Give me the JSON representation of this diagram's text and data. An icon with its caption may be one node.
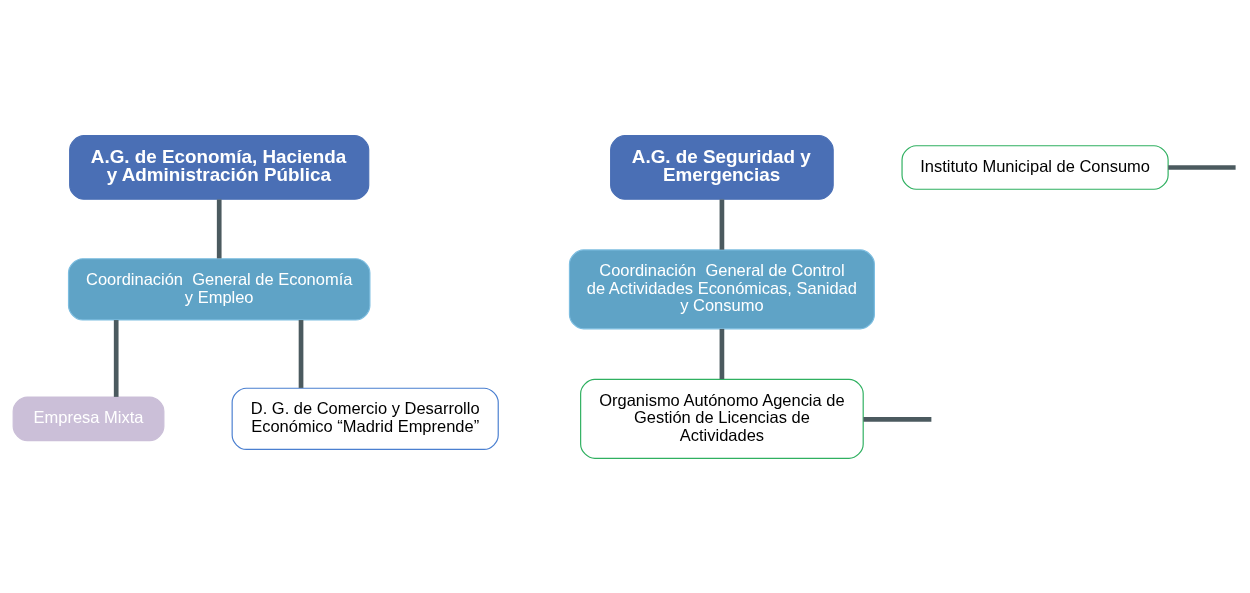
{
  "diagram": {
    "nodes": [
      {
        "text": [
          "A.G. de Economía, Hacienda y Administración Pública"
        ]
      },
      {
        "text": [
          "Coordinación  General de Economía y Empleo"
        ]
      },
      {
        "text": [
          "Empresa Mixta"
        ]
      },
      {
        "text": [
          "D. G. de Comercio y Desarrollo Económico “Madrid Emprende”"
        ]
      },
      {
        "text": [
          "A.G. de Seguridad y Emergencias"
        ]
      },
      {
        "text": [
          "Coordinación  General de Control de Actividades Económicas, Sanidad y Consumo"
        ]
      },
      {
        "text": [
          "Organismo Autónomo Agencia de Gestión de Licencias de Actividades"
        ]
      },
      {
        "text": [
          "Instituto Municipal de Consumo"
        ]
      }
    ],
    "edges": [
      {
        "from": 0,
        "to": 1,
        "arrow": "none"
      },
      {
        "from": 1,
        "to": 2,
        "arrow": "none"
      },
      {
        "from": 1,
        "to": 3,
        "arrow": "none"
      },
      {
        "from": 4,
        "to": 5,
        "arrow": "none"
      },
      {
        "from": 5,
        "to": 6,
        "arrow": "none"
      },
      {
        "from": 6,
        "to": null,
        "arrow": "none"
      },
      {
        "from": 7,
        "to": null,
        "arrow": "none"
      }
    ]
  }
}
